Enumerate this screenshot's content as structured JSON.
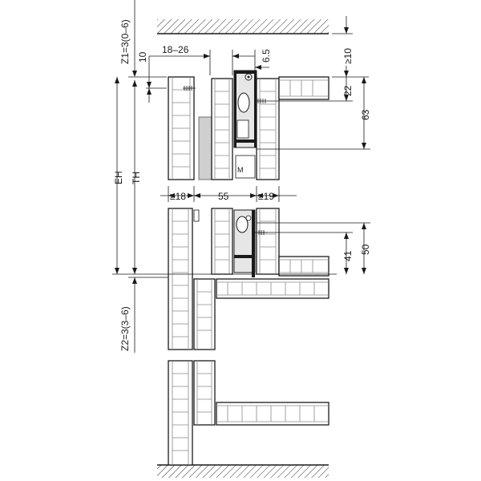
{
  "labels": {
    "z1": "Z1=3(0–6)",
    "z2": "Z2=3(3–6)",
    "eh": "EH",
    "th": "TH",
    "ten_left": "10",
    "range_top": "18–26",
    "six_five": "6.5",
    "ge10": "≥10",
    "twenty_two": "22",
    "sixty_three": "63",
    "ge18": "≥18",
    "fifty_five": "55",
    "ge19": "≥19",
    "forty_one": "41",
    "fifty": "50",
    "m_mark": "M"
  }
}
